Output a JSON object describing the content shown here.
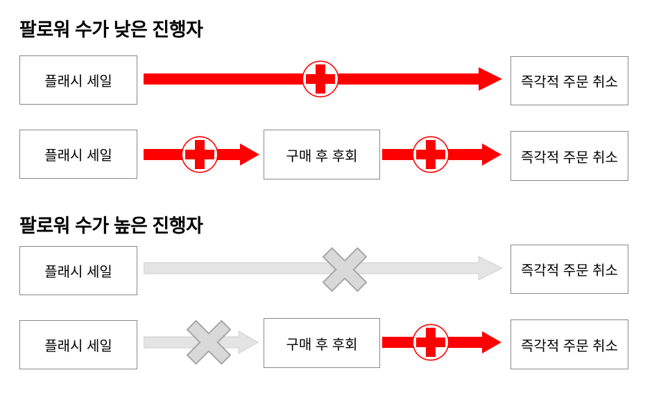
{
  "diagram": {
    "colors": {
      "positive_effect": "#FF0000",
      "suppressed_effect_fill": "#E4E4E4",
      "suppressed_effect_edge": "#CFCFCF",
      "cross_fill": "#D9D9D9",
      "cross_edge": "#A6A6A6",
      "box_border": "#878787",
      "text": "#000000",
      "background": "#FFFFFF"
    },
    "sections": [
      {
        "title": "팔로워 수가 낮은 진행자",
        "rows": [
          {
            "nodes": [
              {
                "label": "플래시 세일"
              },
              {
                "label": "즉각적 주문 취소"
              }
            ],
            "links": [
              {
                "from": "플래시 세일",
                "to": "즉각적 주문 취소",
                "sign": "plus",
                "style": "red-solid"
              }
            ]
          },
          {
            "nodes": [
              {
                "label": "플래시 세일"
              },
              {
                "label": "구매 후 후회"
              },
              {
                "label": "즉각적 주문 취소"
              }
            ],
            "links": [
              {
                "from": "플래시 세일",
                "to": "구매 후 후회",
                "sign": "plus",
                "style": "red-solid"
              },
              {
                "from": "구매 후 후회",
                "to": "즉각적 주문 취소",
                "sign": "plus",
                "style": "red-solid"
              }
            ]
          }
        ]
      },
      {
        "title": "팔로워 수가 높은 진행자",
        "rows": [
          {
            "nodes": [
              {
                "label": "플래시 세일"
              },
              {
                "label": "즉각적 주문 취소"
              }
            ],
            "links": [
              {
                "from": "플래시 세일",
                "to": "즉각적 주문 취소",
                "sign": "cross",
                "style": "gray-suppressed"
              }
            ]
          },
          {
            "nodes": [
              {
                "label": "플래시 세일"
              },
              {
                "label": "구매 후 후회"
              },
              {
                "label": "즉각적 주문 취소"
              }
            ],
            "links": [
              {
                "from": "플래시 세일",
                "to": "구매 후 후회",
                "sign": "cross",
                "style": "gray-suppressed"
              },
              {
                "from": "구매 후 후회",
                "to": "즉각적 주문 취소",
                "sign": "plus",
                "style": "red-solid"
              }
            ]
          }
        ]
      }
    ]
  }
}
